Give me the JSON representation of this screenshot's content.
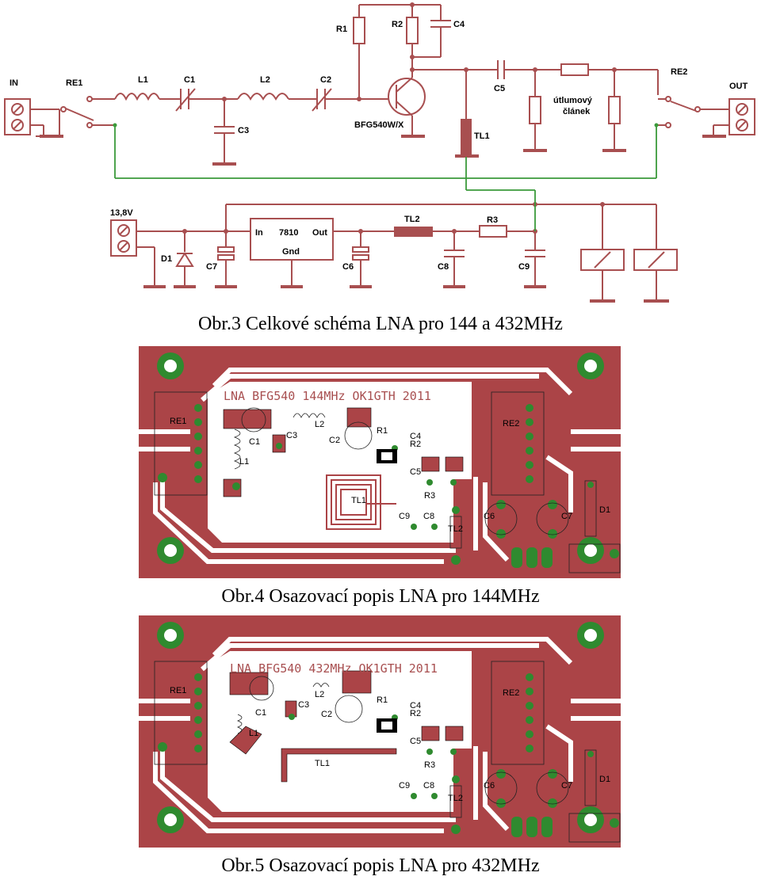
{
  "colors": {
    "trace": "#a84f50",
    "wire": "#3a9a3a",
    "pcb": "#ab4447",
    "pad": "#2f8a2f",
    "board_bg": "#ffffff"
  },
  "schematic": {
    "labels": {
      "in": "IN",
      "out": "OUT",
      "re1": "RE1",
      "re2": "RE2",
      "l1": "L1",
      "c1": "C1",
      "l2": "L2",
      "c2": "C2",
      "c3": "C3",
      "r1": "R1",
      "r2": "R2",
      "c4": "C4",
      "c5": "C5",
      "transistor": "BFG540W/X",
      "tl1": "TL1",
      "atten_line1": "útlumový",
      "atten_line2": "článek",
      "voltage": "13,8V",
      "d1": "D1",
      "c7": "C7",
      "reg_in": "In",
      "reg_name": "7810",
      "reg_out": "Out",
      "reg_gnd": "Gnd",
      "c6": "C6",
      "tl2": "TL2",
      "c8": "C8",
      "r3": "R3",
      "c9": "C9"
    },
    "caption": "Obr.3 Celkové schéma LNA pro 144 a 432MHz"
  },
  "board144": {
    "title": "LNA BFG540 144MHz OK1GTH 2011",
    "labels": {
      "re1": "RE1",
      "re2": "RE2",
      "c1": "C1",
      "c2": "C2",
      "c3": "C3",
      "l1": "L1",
      "l2": "L2",
      "r1": "R1",
      "c4": "C4",
      "r2": "R2",
      "c5": "C5",
      "tl1": "TL1",
      "r3": "R3",
      "c9": "C9",
      "c8": "C8",
      "tl2": "TL2",
      "c6": "C6",
      "c7": "C7",
      "d1": "D1"
    },
    "caption": "Obr.4 Osazovací popis LNA pro 144MHz"
  },
  "board432": {
    "title": "LNA BFG540 432MHz OK1GTH 2011",
    "labels": {
      "re1": "RE1",
      "re2": "RE2",
      "c1": "C1",
      "c2": "C2",
      "c3": "C3",
      "l1": "L1",
      "l2": "L2",
      "r1": "R1",
      "c4": "C4",
      "r2": "R2",
      "c5": "C5",
      "tl1": "TL1",
      "r3": "R3",
      "c9": "C9",
      "c8": "C8",
      "tl2": "TL2",
      "c6": "C6",
      "c7": "C7",
      "d1": "D1"
    },
    "caption": "Obr.5 Osazovací popis LNA pro 432MHz"
  }
}
